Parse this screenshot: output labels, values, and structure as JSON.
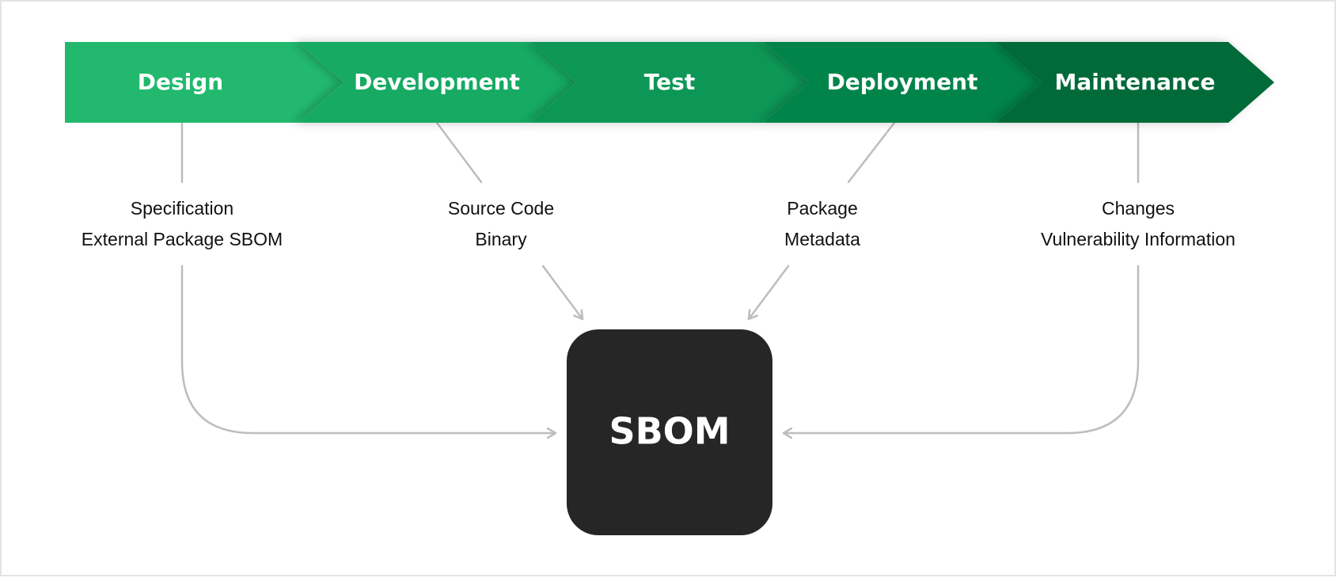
{
  "stages": [
    {
      "label": "Design",
      "color": "#22b96e"
    },
    {
      "label": "Development",
      "color": "#19aa63"
    },
    {
      "label": "Test",
      "color": "#0e9757"
    },
    {
      "label": "Deployment",
      "color": "#06844a"
    },
    {
      "label": "Maintenance",
      "color": "#036a37"
    }
  ],
  "artifacts": [
    {
      "stage": "Design",
      "lines": [
        "Specification",
        "External Package SBOM"
      ]
    },
    {
      "stage": "Development",
      "lines": [
        "Source Code",
        "Binary"
      ]
    },
    {
      "stage": "Deployment",
      "lines": [
        "Package",
        "Metadata"
      ]
    },
    {
      "stage": "Maintenance",
      "lines": [
        "Changes",
        "Vulnerability Information"
      ]
    }
  ],
  "sbom": {
    "label": "SBOM",
    "color": "#262626"
  },
  "colors": {
    "connector": "#bdbdbd",
    "frame": "#e3e3e3",
    "text": "#111111"
  }
}
